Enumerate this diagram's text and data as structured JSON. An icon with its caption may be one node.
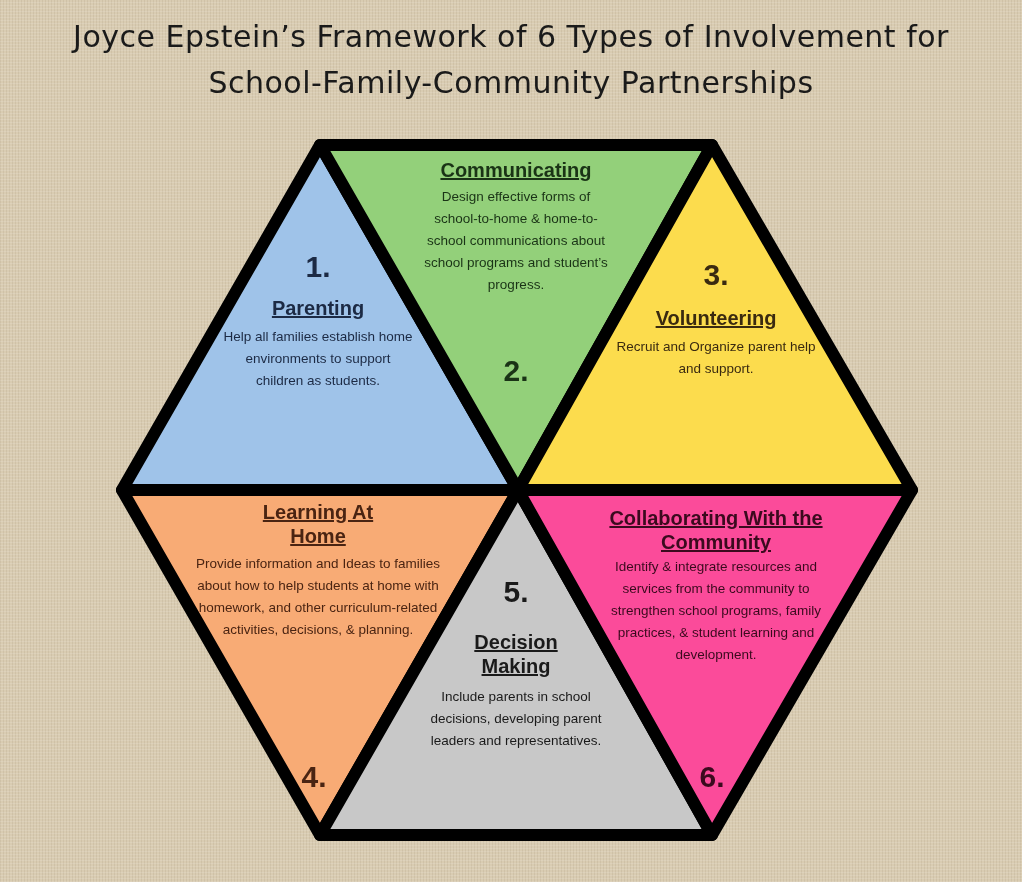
{
  "diagram": {
    "title": "Joyce Epstein’s Framework of 6 Types of Involvement for School-Family-Community Partnerships",
    "nodes": [
      {
        "text": [
          "1.",
          "Parenting",
          "Help all families establish home environments to support children as students."
        ]
      },
      {
        "text": [
          "Communicating",
          "Design effective forms of school-to-home & home-to-school communications about school programs and student’s progress.",
          "2."
        ]
      },
      {
        "text": [
          "3.",
          "Volunteering",
          "Recruit and Organize parent help and support."
        ]
      },
      {
        "text": [
          "Learning At Home",
          "Provide information and Ideas to families about how to help students at home with homework, and other curriculum-related activities, decisions, & planning.",
          "4."
        ]
      },
      {
        "text": [
          "5.",
          "Decision Making",
          "Include parents in school decisions, developing parent leaders and representatives."
        ]
      },
      {
        "text": [
          "Collaborating With the Community",
          "Identify & integrate resources and services from the community to strengthen school programs, family practices, & student learning and development.",
          "6."
        ]
      }
    ]
  }
}
